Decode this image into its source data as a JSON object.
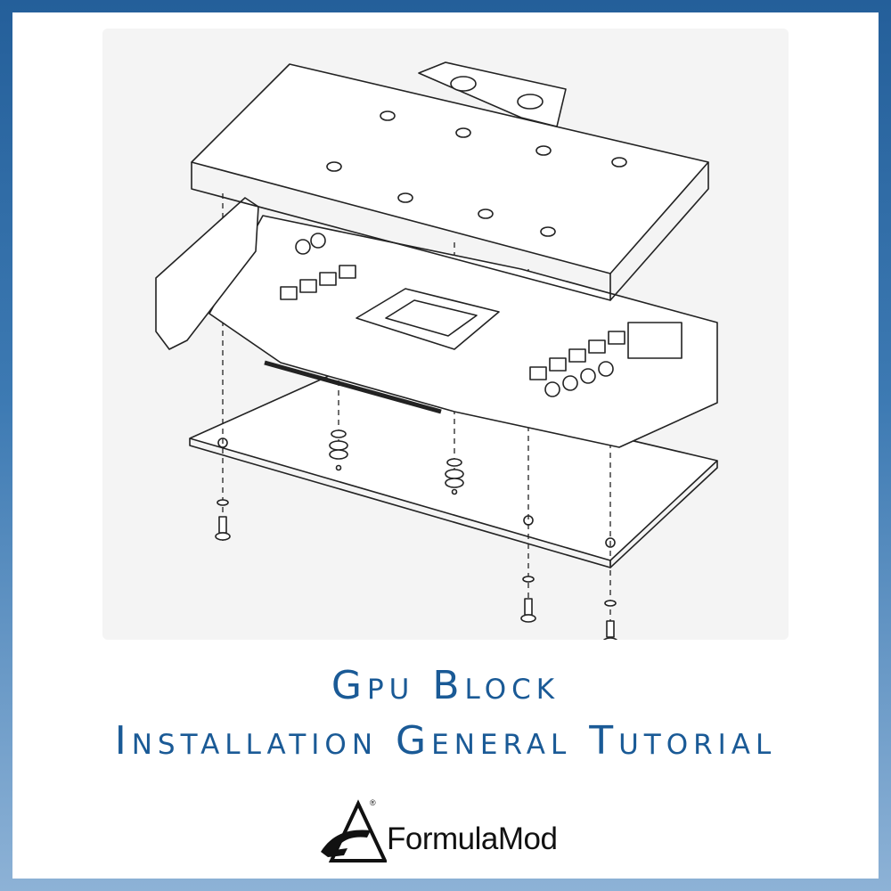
{
  "title": {
    "line1": "Gpu Block",
    "line2": "Installation General Tutorial"
  },
  "brand": {
    "name": "FormulaMod",
    "registered": "®"
  },
  "colors": {
    "frame_top": "#245f9a",
    "frame_bottom": "#8db2d6",
    "title_text": "#1a5a96",
    "line_art": "#222222",
    "illustration_bg": "#f4f4f4"
  }
}
